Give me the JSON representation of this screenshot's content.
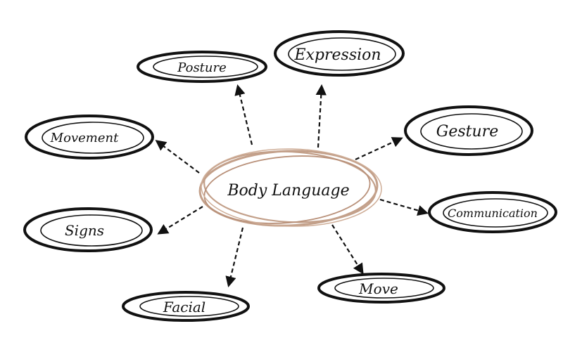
{
  "diagram": {
    "center": {
      "label": "Body Language"
    },
    "nodes": [
      {
        "id": "posture",
        "label": "Posture"
      },
      {
        "id": "expression",
        "label": "Expression"
      },
      {
        "id": "gesture",
        "label": "Gesture"
      },
      {
        "id": "communication",
        "label": "Communication"
      },
      {
        "id": "move",
        "label": "Move"
      },
      {
        "id": "facial",
        "label": "Facial"
      },
      {
        "id": "signs",
        "label": "Signs"
      },
      {
        "id": "movement",
        "label": "Movement"
      }
    ]
  },
  "colors": {
    "center_ring": "#c3a08a",
    "node_ring": "#111111",
    "arrow": "#111111",
    "text": "#111111"
  }
}
